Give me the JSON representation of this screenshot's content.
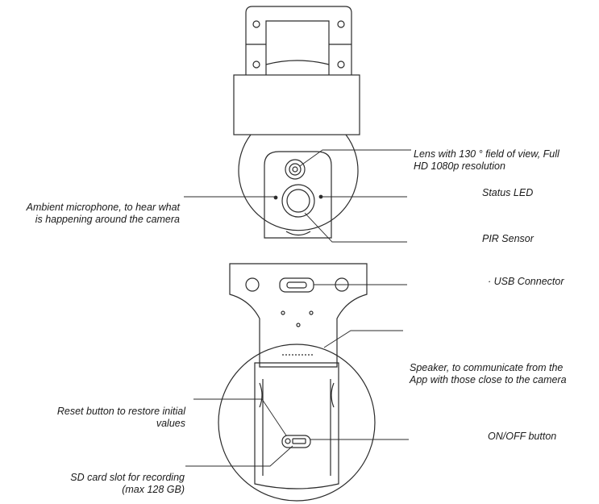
{
  "labels": {
    "lens": "Lens with 130 ° field of view, Full\nHD 1080p resolution",
    "status_led": "Status LED",
    "microphone": "Ambient microphone, to hear what\nis happening around the camera",
    "pir_sensor": "PIR Sensor",
    "usb_connector": "· USB Connector",
    "speaker": "Speaker, to communicate from the\nApp with those close to the camera",
    "reset_button": "Reset button to restore initial\nvalues",
    "on_off_button": "ON/OFF button",
    "sd_card": "SD card slot for recording\n(max 128 GB)"
  },
  "colors": {
    "line": "#2b2b2b",
    "background": "#ffffff"
  }
}
